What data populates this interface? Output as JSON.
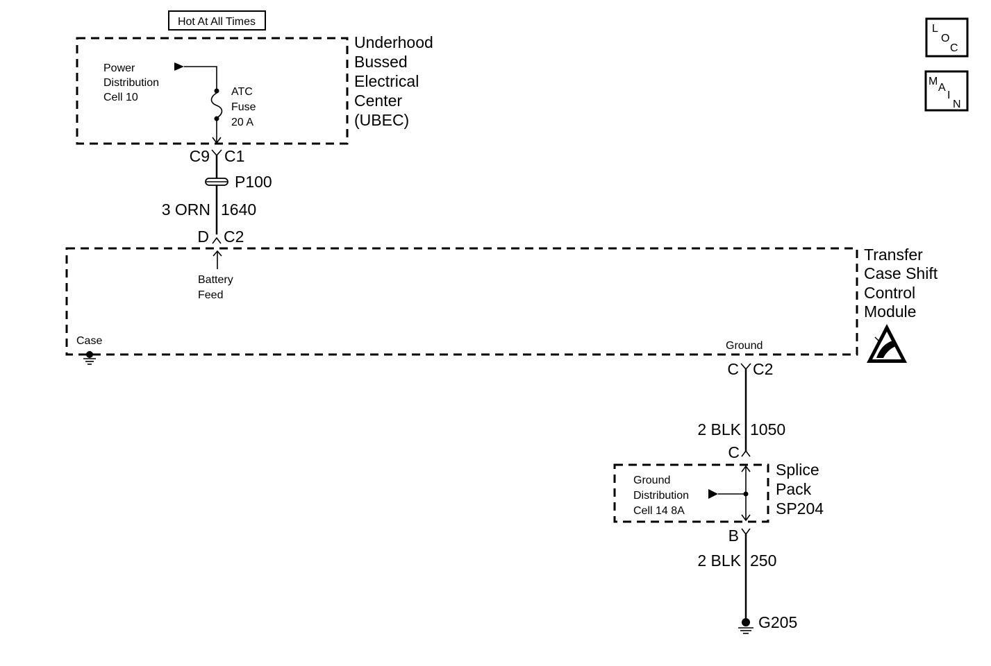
{
  "header": {
    "hot_label": "Hot At All Times"
  },
  "nav_icons": {
    "loc": [
      "L",
      "O",
      "C"
    ],
    "main": [
      "M",
      "A",
      "I",
      "N"
    ]
  },
  "ubec": {
    "name_lines": [
      "Underhood",
      "Bussed",
      "Electrical",
      "Center",
      "(UBEC)"
    ],
    "source_lines": [
      "Power",
      "Distribution",
      "Cell 10"
    ],
    "fuse_lines": [
      "ATC",
      "Fuse",
      "20 A"
    ]
  },
  "connectors": {
    "c9": "C9",
    "c1": "C1",
    "p100": "P100",
    "d": "D",
    "c2_top": "C2",
    "c_mod": "C",
    "c2_mod": "C2",
    "c_splice": "C",
    "b_splice": "B"
  },
  "wires": {
    "w1640": {
      "gauge_color": "3 ORN",
      "circuit": "1640"
    },
    "w1050": {
      "gauge_color": "2 BLK",
      "circuit": "1050"
    },
    "w250": {
      "gauge_color": "2 BLK",
      "circuit": "250"
    }
  },
  "module": {
    "name_lines": [
      "Transfer",
      "Case Shift",
      "Control",
      "Module"
    ],
    "battery_feed_lines": [
      "Battery",
      "Feed"
    ],
    "case_label": "Case",
    "ground_label": "Ground"
  },
  "splice": {
    "name_lines": [
      "Splice",
      "Pack",
      "SP204"
    ],
    "ground_dist_lines": [
      "Ground",
      "Distribution",
      "Cell 14 8A"
    ]
  },
  "ground": {
    "label": "G205"
  }
}
